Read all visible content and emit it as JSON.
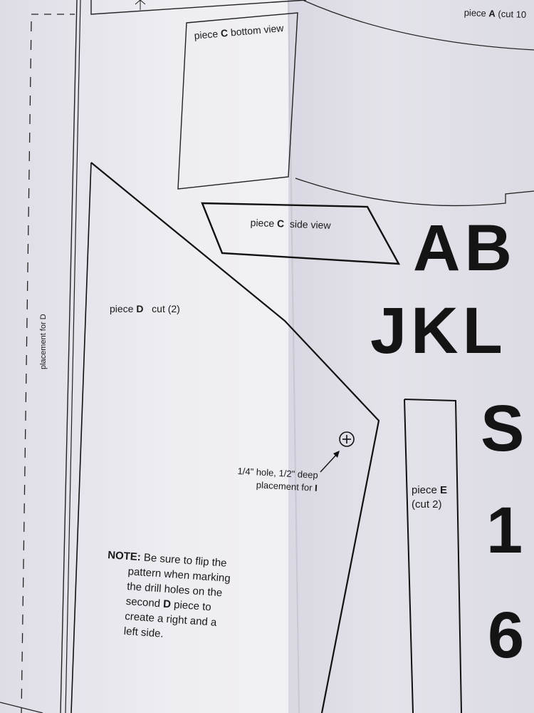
{
  "pieces": {
    "a_label": "piece",
    "a_letter": "A",
    "a_count": "(cut 10",
    "c_bottom_label": "piece",
    "c_bottom_letter": "C",
    "c_bottom_view": "bottom view",
    "c_side_label": "piece",
    "c_side_letter": "C",
    "c_side_view": "side view",
    "d_label": "piece",
    "d_letter": "D",
    "d_count": "cut (2)",
    "e_label": "piece",
    "e_letter": "E",
    "e_count": "(cut 2)"
  },
  "placement_d": "placement for D",
  "hole": {
    "line1_prefix": "1/4\" hole, 1/2\" deep",
    "line2_prefix": "placement for",
    "line2_letter": "I"
  },
  "note": {
    "heading": "NOTE:",
    "line1": "Be sure to flip the",
    "line2": "pattern when marking",
    "line3": "the drill holes on the",
    "line4_prefix": "second",
    "line4_letter": "D",
    "line4_suffix": "piece to",
    "line5": "create a right and a",
    "line6": "left side."
  },
  "stencil_letters": {
    "row1": "AB",
    "row2": "JKL",
    "row3": "S",
    "row4": "1",
    "row5": "6"
  }
}
